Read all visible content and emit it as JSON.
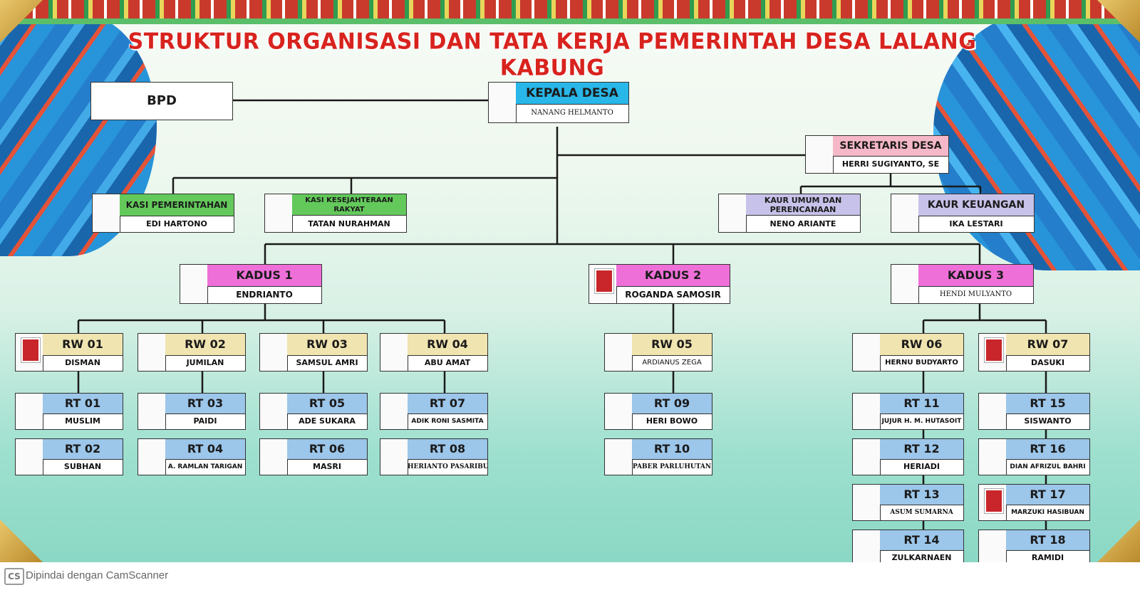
{
  "title": "STRUKTUR ORGANISASI DAN TATA KERJA PEMERINTAH DESA LALANG KABUNG",
  "colors": {
    "title": "#d8231e",
    "kepala": "#28b7e8",
    "sekretaris": "#f5b8c8",
    "kasi": "#63c95b",
    "kaur": "#c7c2ea",
    "kadus": "#ef6fd8",
    "rw": "#f0e4b0",
    "rt": "#9cc6ea"
  },
  "bpd": {
    "label": "BPD"
  },
  "kepala_desa": {
    "title": "KEPALA DESA",
    "name": "NANANG HELMANTO"
  },
  "sekretaris_desa": {
    "title": "SEKRETARIS DESA",
    "name": "HERRI SUGIYANTO, SE"
  },
  "kasi": [
    {
      "title": "KASI PEMERINTAHAN",
      "name": "EDI HARTONO"
    },
    {
      "title": "KASI KESEJAHTERAAN RAKYAT",
      "name": "TATAN NURAHMAN"
    }
  ],
  "kaur": [
    {
      "title": "KAUR UMUM DAN PERENCANAAN",
      "name": "NENO ARIANTE"
    },
    {
      "title": "KAUR KEUANGAN",
      "name": "IKA LESTARI"
    }
  ],
  "kadus": [
    {
      "title": "KADUS 1",
      "name": "ENDRIANTO"
    },
    {
      "title": "KADUS 2",
      "name": "ROGANDA SAMOSIR"
    },
    {
      "title": "KADUS 3",
      "name": "HENDI MULYANTO"
    }
  ],
  "rw": [
    {
      "title": "RW 01",
      "name": "DISMAN"
    },
    {
      "title": "RW 02",
      "name": "JUMILAN"
    },
    {
      "title": "RW 03",
      "name": "SAMSUL AMRI"
    },
    {
      "title": "RW 04",
      "name": "ABU AMAT"
    },
    {
      "title": "RW 05",
      "name": "ARDIANUS ZEGA"
    },
    {
      "title": "RW 06",
      "name": "HERNU BUDYARTO"
    },
    {
      "title": "RW 07",
      "name": "DASUKI"
    }
  ],
  "rt": [
    {
      "title": "RT 01",
      "name": "MUSLIM"
    },
    {
      "title": "RT 02",
      "name": "SUBHAN"
    },
    {
      "title": "RT 03",
      "name": "PAIDI"
    },
    {
      "title": "RT 04",
      "name": "A. RAMLAN TARIGAN"
    },
    {
      "title": "RT 05",
      "name": "ADE SUKARA"
    },
    {
      "title": "RT 06",
      "name": "MASRI"
    },
    {
      "title": "RT 07",
      "name": "ADIK RONI SASMITA"
    },
    {
      "title": "RT 08",
      "name": "HERIANTO PASARIBU"
    },
    {
      "title": "RT 09",
      "name": "HERI BOWO"
    },
    {
      "title": "RT 10",
      "name": "PABER PARLUHUTAN"
    },
    {
      "title": "RT 11",
      "name": "JUJUR H. M. HUTASOIT"
    },
    {
      "title": "RT 12",
      "name": "HERIADI"
    },
    {
      "title": "RT 13",
      "name": "ASUM SUMARNA"
    },
    {
      "title": "RT 14",
      "name": "ZULKARNAEN"
    },
    {
      "title": "RT 15",
      "name": "SISWANTO"
    },
    {
      "title": "RT 16",
      "name": "DIAN AFRIZUL BAHRI"
    },
    {
      "title": "RT 17",
      "name": "MARZUKI HASIBUAN"
    },
    {
      "title": "RT 18",
      "name": "RAMIDI"
    }
  ],
  "footer": {
    "logo": "CS",
    "text": "Dipindai dengan CamScanner"
  }
}
